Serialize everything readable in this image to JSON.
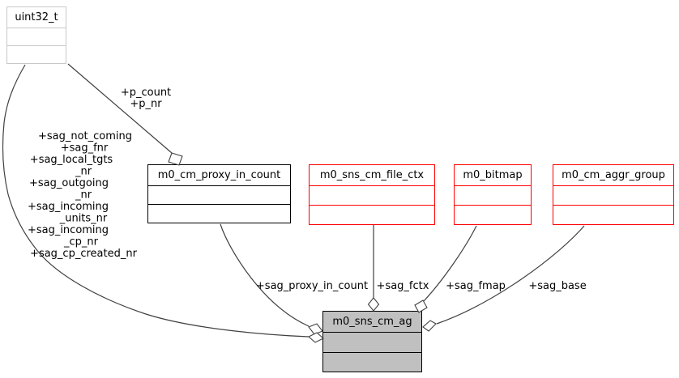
{
  "diagram": {
    "kind": "collaboration-graph",
    "background": "#ffffff",
    "edge_color": "#404040",
    "label_color": "#000000",
    "nodes": [
      {
        "label": "uint32_t",
        "border": "#c8c8c8",
        "fill": "#ffffff"
      },
      {
        "label": "m0_cm_proxy_in_count",
        "border": "#000000",
        "fill": "#ffffff"
      },
      {
        "label": "m0_sns_cm_file_ctx",
        "border": "#ff0000",
        "fill": "#ffffff"
      },
      {
        "label": "m0_bitmap",
        "border": "#ff0000",
        "fill": "#ffffff"
      },
      {
        "label": "m0_cm_aggr_group",
        "border": "#ff0000",
        "fill": "#ffffff"
      },
      {
        "label": "m0_sns_cm_ag",
        "border": "#000000",
        "fill": "#c0c0c0"
      }
    ],
    "edges": [
      {
        "from": "uint32_t",
        "to": "m0_cm_proxy_in_count",
        "arrowhead": "open-diamond",
        "label_lines": [
          "+p_count",
          "+p_nr"
        ]
      },
      {
        "from": "uint32_t",
        "to": "m0_sns_cm_ag",
        "arrowhead": "open-diamond",
        "label_lines": [
          "+sag_not_coming",
          "+sag_fnr",
          "+sag_local_tgts",
          "_nr",
          "+sag_outgoing",
          "_nr",
          "+sag_incoming",
          "_units_nr",
          "+sag_incoming",
          "_cp_nr",
          "+sag_cp_created_nr"
        ]
      },
      {
        "from": "m0_cm_proxy_in_count",
        "to": "m0_sns_cm_ag",
        "arrowhead": "open-diamond",
        "label_lines": [
          "+sag_proxy_in_count"
        ]
      },
      {
        "from": "m0_sns_cm_file_ctx",
        "to": "m0_sns_cm_ag",
        "arrowhead": "open-diamond",
        "label_lines": [
          "+sag_fctx"
        ]
      },
      {
        "from": "m0_bitmap",
        "to": "m0_sns_cm_ag",
        "arrowhead": "open-diamond",
        "label_lines": [
          "+sag_fmap"
        ]
      },
      {
        "from": "m0_cm_aggr_group",
        "to": "m0_sns_cm_ag",
        "arrowhead": "open-diamond",
        "label_lines": [
          "+sag_base"
        ]
      }
    ]
  }
}
